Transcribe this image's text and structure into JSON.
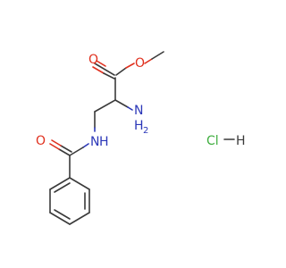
{
  "molecule": {
    "atom_labels": {
      "ester_o_carbonyl": "O",
      "ester_o_single": "O",
      "amine_n": "N",
      "amine_h": "H",
      "amine_h2_sub": "2",
      "amide_n": "N",
      "amide_h": "H",
      "amide_o": "O"
    },
    "salt": {
      "cl": "Cl",
      "h": "H"
    },
    "colors": {
      "oxygen": "#e0301e",
      "nitrogen": "#2b37b8",
      "chlorine": "#3fae3f",
      "carbon": "#3a3a3a"
    }
  }
}
